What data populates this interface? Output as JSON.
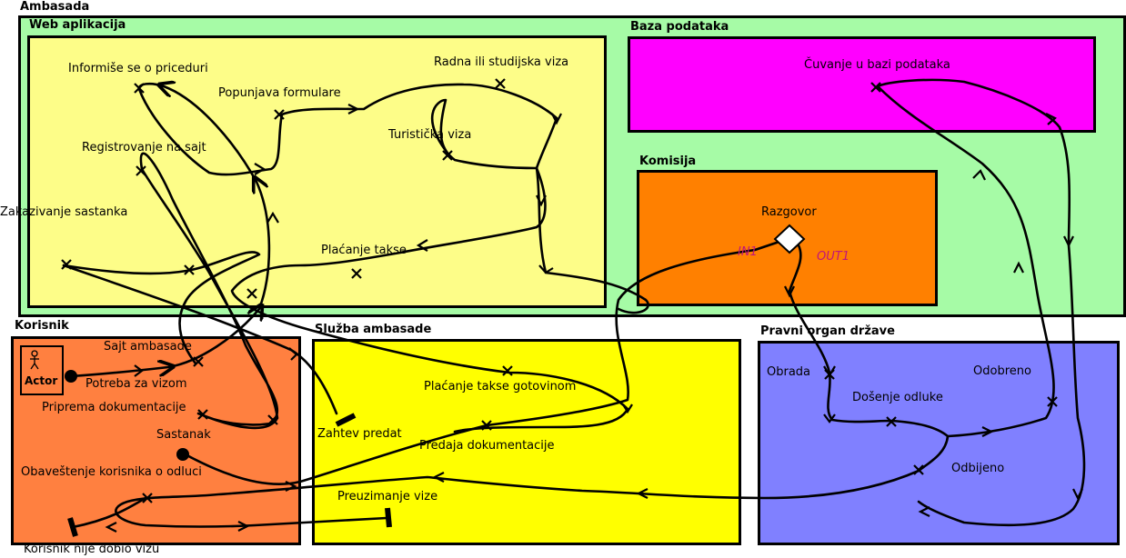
{
  "regions": {
    "ambasada": {
      "title": "Ambasada",
      "color": "#a6fba6"
    },
    "web": {
      "title": "Web aplikacija",
      "color": "#fdfd88"
    },
    "baza": {
      "title": "Baza podataka",
      "color": "#ff00ff"
    },
    "komisija": {
      "title": "Komisija",
      "color": "#ff8000"
    },
    "korisnik": {
      "title": "Korisnik",
      "color": "#ff8040"
    },
    "sluzba": {
      "title": "Služba ambasade",
      "color": "#ffff00"
    },
    "pravni": {
      "title": "Pravni organ države",
      "color": "#8080ff"
    }
  },
  "actor": {
    "label": "Actor",
    "icon": "stick-figure-icon"
  },
  "labels": {
    "informise": "Informiše se o priceduri",
    "popunjava": "Popunjava formulare",
    "radna": "Radna ili studijska viza",
    "registrovanje": "Registrovanje na sajt",
    "turisticka": "Turistička viza",
    "zakazivanje": "Zakazivanje sastanka",
    "placanje_takse": "Plaćanje takse",
    "cuvanje": "Čuvanje u bazi podataka",
    "razgovor": "Razgovor",
    "in1": "IN1",
    "out1": "OUT1",
    "sajt": "Sajt ambasade",
    "potreba": "Potreba za vizom",
    "priprema": "Priprema dokumentacije",
    "sastanak": "Sastanak",
    "obavestenje": "Obaveštenje korisnika o odluci",
    "nije_dobio": "Korisnik nije dobio vizu",
    "placanje_gotovinom": "Plaćanje takse gotovinom",
    "zahtev": "Zahtev predat",
    "predaja": "Predaja dokumentacije",
    "preuzimanje": "Preuzimanje vize",
    "obrada": "Obrada",
    "odobreno": "Odobreno",
    "dosenje": "Došenje odluke",
    "odbijeno": "Odbijeno"
  }
}
